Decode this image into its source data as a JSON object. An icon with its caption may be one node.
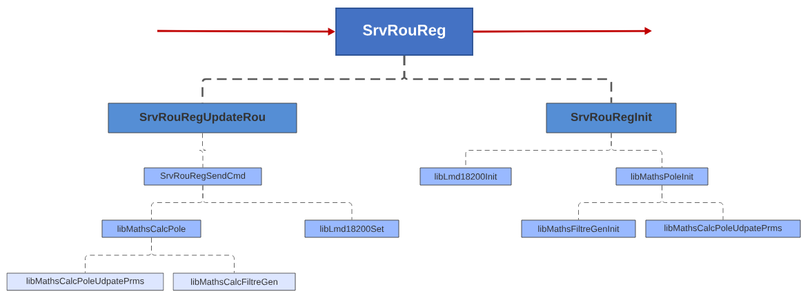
{
  "diagram": {
    "nodes": [
      {
        "text": [
          "SrvRouReg"
        ]
      },
      {
        "text": [
          "SrvRouRegUpdateRou"
        ]
      },
      {
        "text": [
          "SrvRouRegInit"
        ]
      },
      {
        "text": [
          "SrvRouRegSendCmd"
        ]
      },
      {
        "text": [
          "libLmd18200Init"
        ]
      },
      {
        "text": [
          "libMathsPoleInit"
        ]
      },
      {
        "text": [
          "libMathsCalcPole"
        ]
      },
      {
        "text": [
          "libLmd18200Set"
        ]
      },
      {
        "text": [
          "libMathsFiltreGenInit"
        ]
      },
      {
        "text": [
          "libMathsCalcPoleUdpatePrms"
        ]
      },
      {
        "text": [
          "libMathsCalcPoleUdpatePrms"
        ]
      },
      {
        "text": [
          "libMathsCalcFiltreGen"
        ]
      }
    ],
    "edges": [
      {
        "from": null,
        "to": 0,
        "arrow": "to",
        "style": "thick",
        "color": "#c00000"
      },
      {
        "from": 0,
        "to": null,
        "arrow": "to",
        "style": "thick",
        "color": "#c00000"
      },
      {
        "from": 0,
        "to": 1,
        "arrow": "none",
        "style": "dashed"
      },
      {
        "from": 0,
        "to": 2,
        "arrow": "none",
        "style": "dashed"
      },
      {
        "from": 1,
        "to": 3,
        "arrow": "none",
        "style": "dashed"
      },
      {
        "from": 2,
        "to": 4,
        "arrow": "none",
        "style": "dashed"
      },
      {
        "from": 2,
        "to": 5,
        "arrow": "none",
        "style": "dashed"
      },
      {
        "from": 3,
        "to": 6,
        "arrow": "none",
        "style": "dashed"
      },
      {
        "from": 3,
        "to": 7,
        "arrow": "none",
        "style": "dashed"
      },
      {
        "from": 5,
        "to": 8,
        "arrow": "none",
        "style": "dashed"
      },
      {
        "from": 5,
        "to": 9,
        "arrow": "none",
        "style": "dashed"
      },
      {
        "from": 6,
        "to": 10,
        "arrow": "none",
        "style": "dashed"
      },
      {
        "from": 6,
        "to": 11,
        "arrow": "none",
        "style": "dashed"
      }
    ]
  }
}
